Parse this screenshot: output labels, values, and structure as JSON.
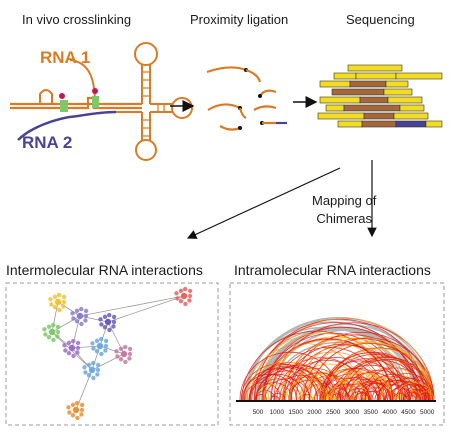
{
  "steps": {
    "crosslinking": "In vivo crosslinking",
    "ligation": "Proximity ligation",
    "sequencing": "Sequencing"
  },
  "rna": {
    "rna1": "RNA 1",
    "rna2": "RNA 2"
  },
  "mapping": {
    "line1": "Mapping of",
    "line2": "Chimeras"
  },
  "panels": {
    "inter_title": "Intermolecular RNA interactions",
    "intra_title": "Intramolecular RNA interactions"
  },
  "axis_ticks": [
    "500",
    "1000",
    "1500",
    "2000",
    "2500",
    "3000",
    "3500",
    "4000",
    "4500",
    "5000"
  ],
  "colors": {
    "rna1": "#d97b24",
    "rna2": "#4a4295",
    "read_yellow": "#f3dc1e",
    "read_brown": "#a4683a",
    "arc_red": "#e31a12",
    "arc_grey": "#b5b5b5"
  }
}
